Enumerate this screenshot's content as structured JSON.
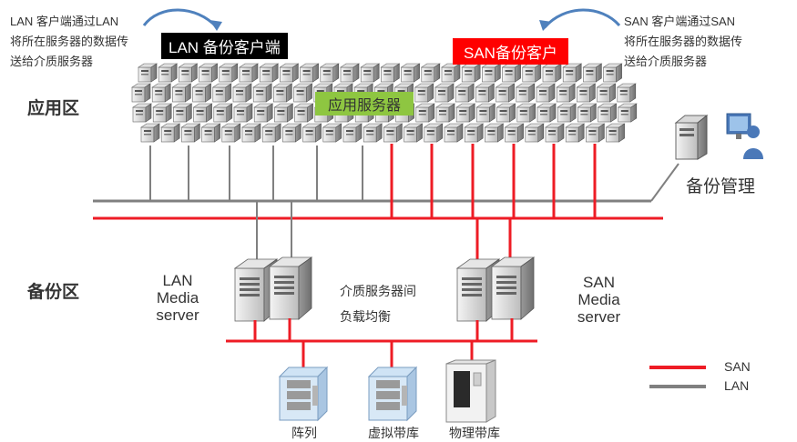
{
  "notes": {
    "lan_client": [
      "LAN 客户端通过LAN",
      "将所在服务器的数据传",
      "送给介质服务器"
    ],
    "san_client": [
      "SAN 客户端通过SAN",
      "将所在服务器的数据传",
      "送给介质服务器"
    ]
  },
  "tags": {
    "lan_backup_client": "LAN 备份客户端",
    "san_backup_client": "SAN备份客户",
    "app_servers": "应用服务器"
  },
  "zones": {
    "application": "应用区",
    "backup": "备份区"
  },
  "backup_management": "备份管理",
  "media_servers": {
    "lan": [
      "LAN",
      "Media",
      "server"
    ],
    "san": [
      "SAN",
      "Media",
      "server"
    ]
  },
  "load_balance": [
    "介质服务器间",
    "负载均衡"
  ],
  "storage": {
    "array": "阵列",
    "virtual_tape": "虚拟带库",
    "physical_tape": "物理带库"
  },
  "legend": {
    "san_label": "SAN",
    "lan_label": "LAN",
    "san_color": "#ee1c25",
    "lan_color": "#808080"
  }
}
